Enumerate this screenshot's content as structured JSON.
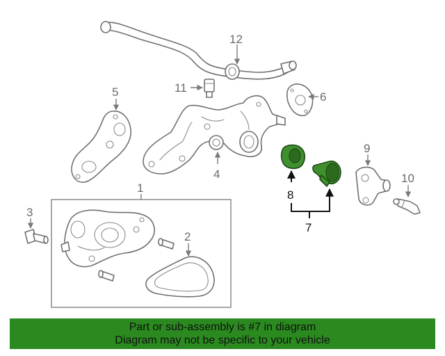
{
  "callouts": {
    "c1": "1",
    "c2": "2",
    "c3": "3",
    "c4": "4",
    "c5": "5",
    "c6": "6",
    "c7": "7",
    "c8": "8",
    "c9": "9",
    "c10": "10",
    "c11": "11",
    "c12": "12"
  },
  "banner": {
    "line1": "Part or sub-assembly is #7 in diagram",
    "line2": "Diagram may not be specific to your vehicle"
  },
  "colors": {
    "highlight": "#3f8f2f",
    "banner_bg": "#2a8a1f"
  }
}
